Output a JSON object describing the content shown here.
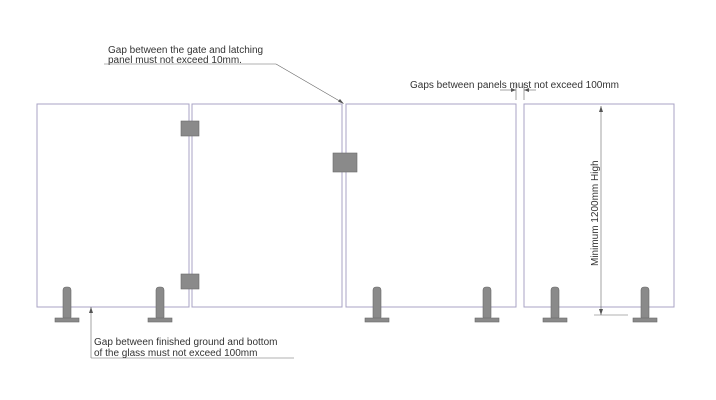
{
  "notes": {
    "gate_gap_line1": "Gap between the gate and latching",
    "gate_gap_line2": "panel must not exceed 10mm.",
    "panel_gaps": "Gaps between panels must not exceed 100mm",
    "height": "Minimum 1200mm High",
    "ground_gap_line1": "Gap between finished ground and bottom",
    "ground_gap_line2": "of the glass must not exceed 100mm"
  },
  "colors": {
    "glass_outline": "#a8a3c4",
    "hardware": "#8a8a8a",
    "text": "#333333"
  },
  "icons": {
    "hinge": "hinge-icon",
    "latch": "latch-icon",
    "spigot": "spigot-icon"
  }
}
